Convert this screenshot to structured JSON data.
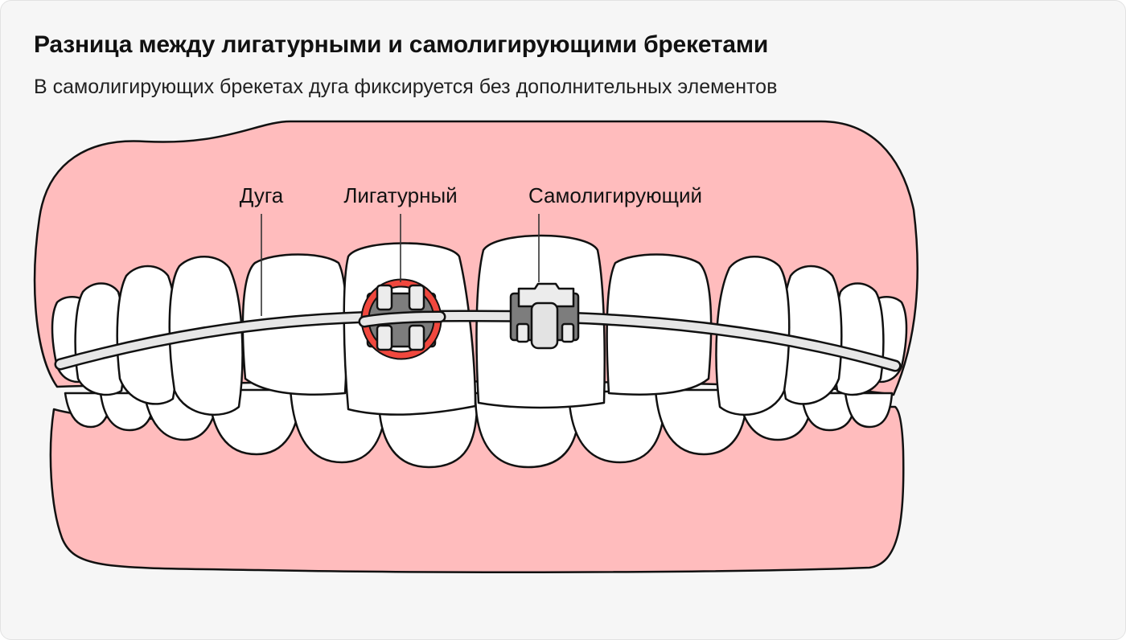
{
  "header": {
    "title": "Разница между лигатурными и самолигирующими брекетами",
    "subtitle": "В самолигирующих брекетах дуга фиксируется без дополнительных элементов"
  },
  "labels": {
    "arch": "Дуга",
    "ligature": "Лигатурный",
    "self_ligating": "Самолигирующий"
  },
  "colors": {
    "background": "#f6f6f6",
    "gum": "#ffbcbd",
    "ligature_ring": "#f0483e",
    "bracket_metal": "#7d7d7d",
    "arch_wire": "#e6e6e6"
  }
}
